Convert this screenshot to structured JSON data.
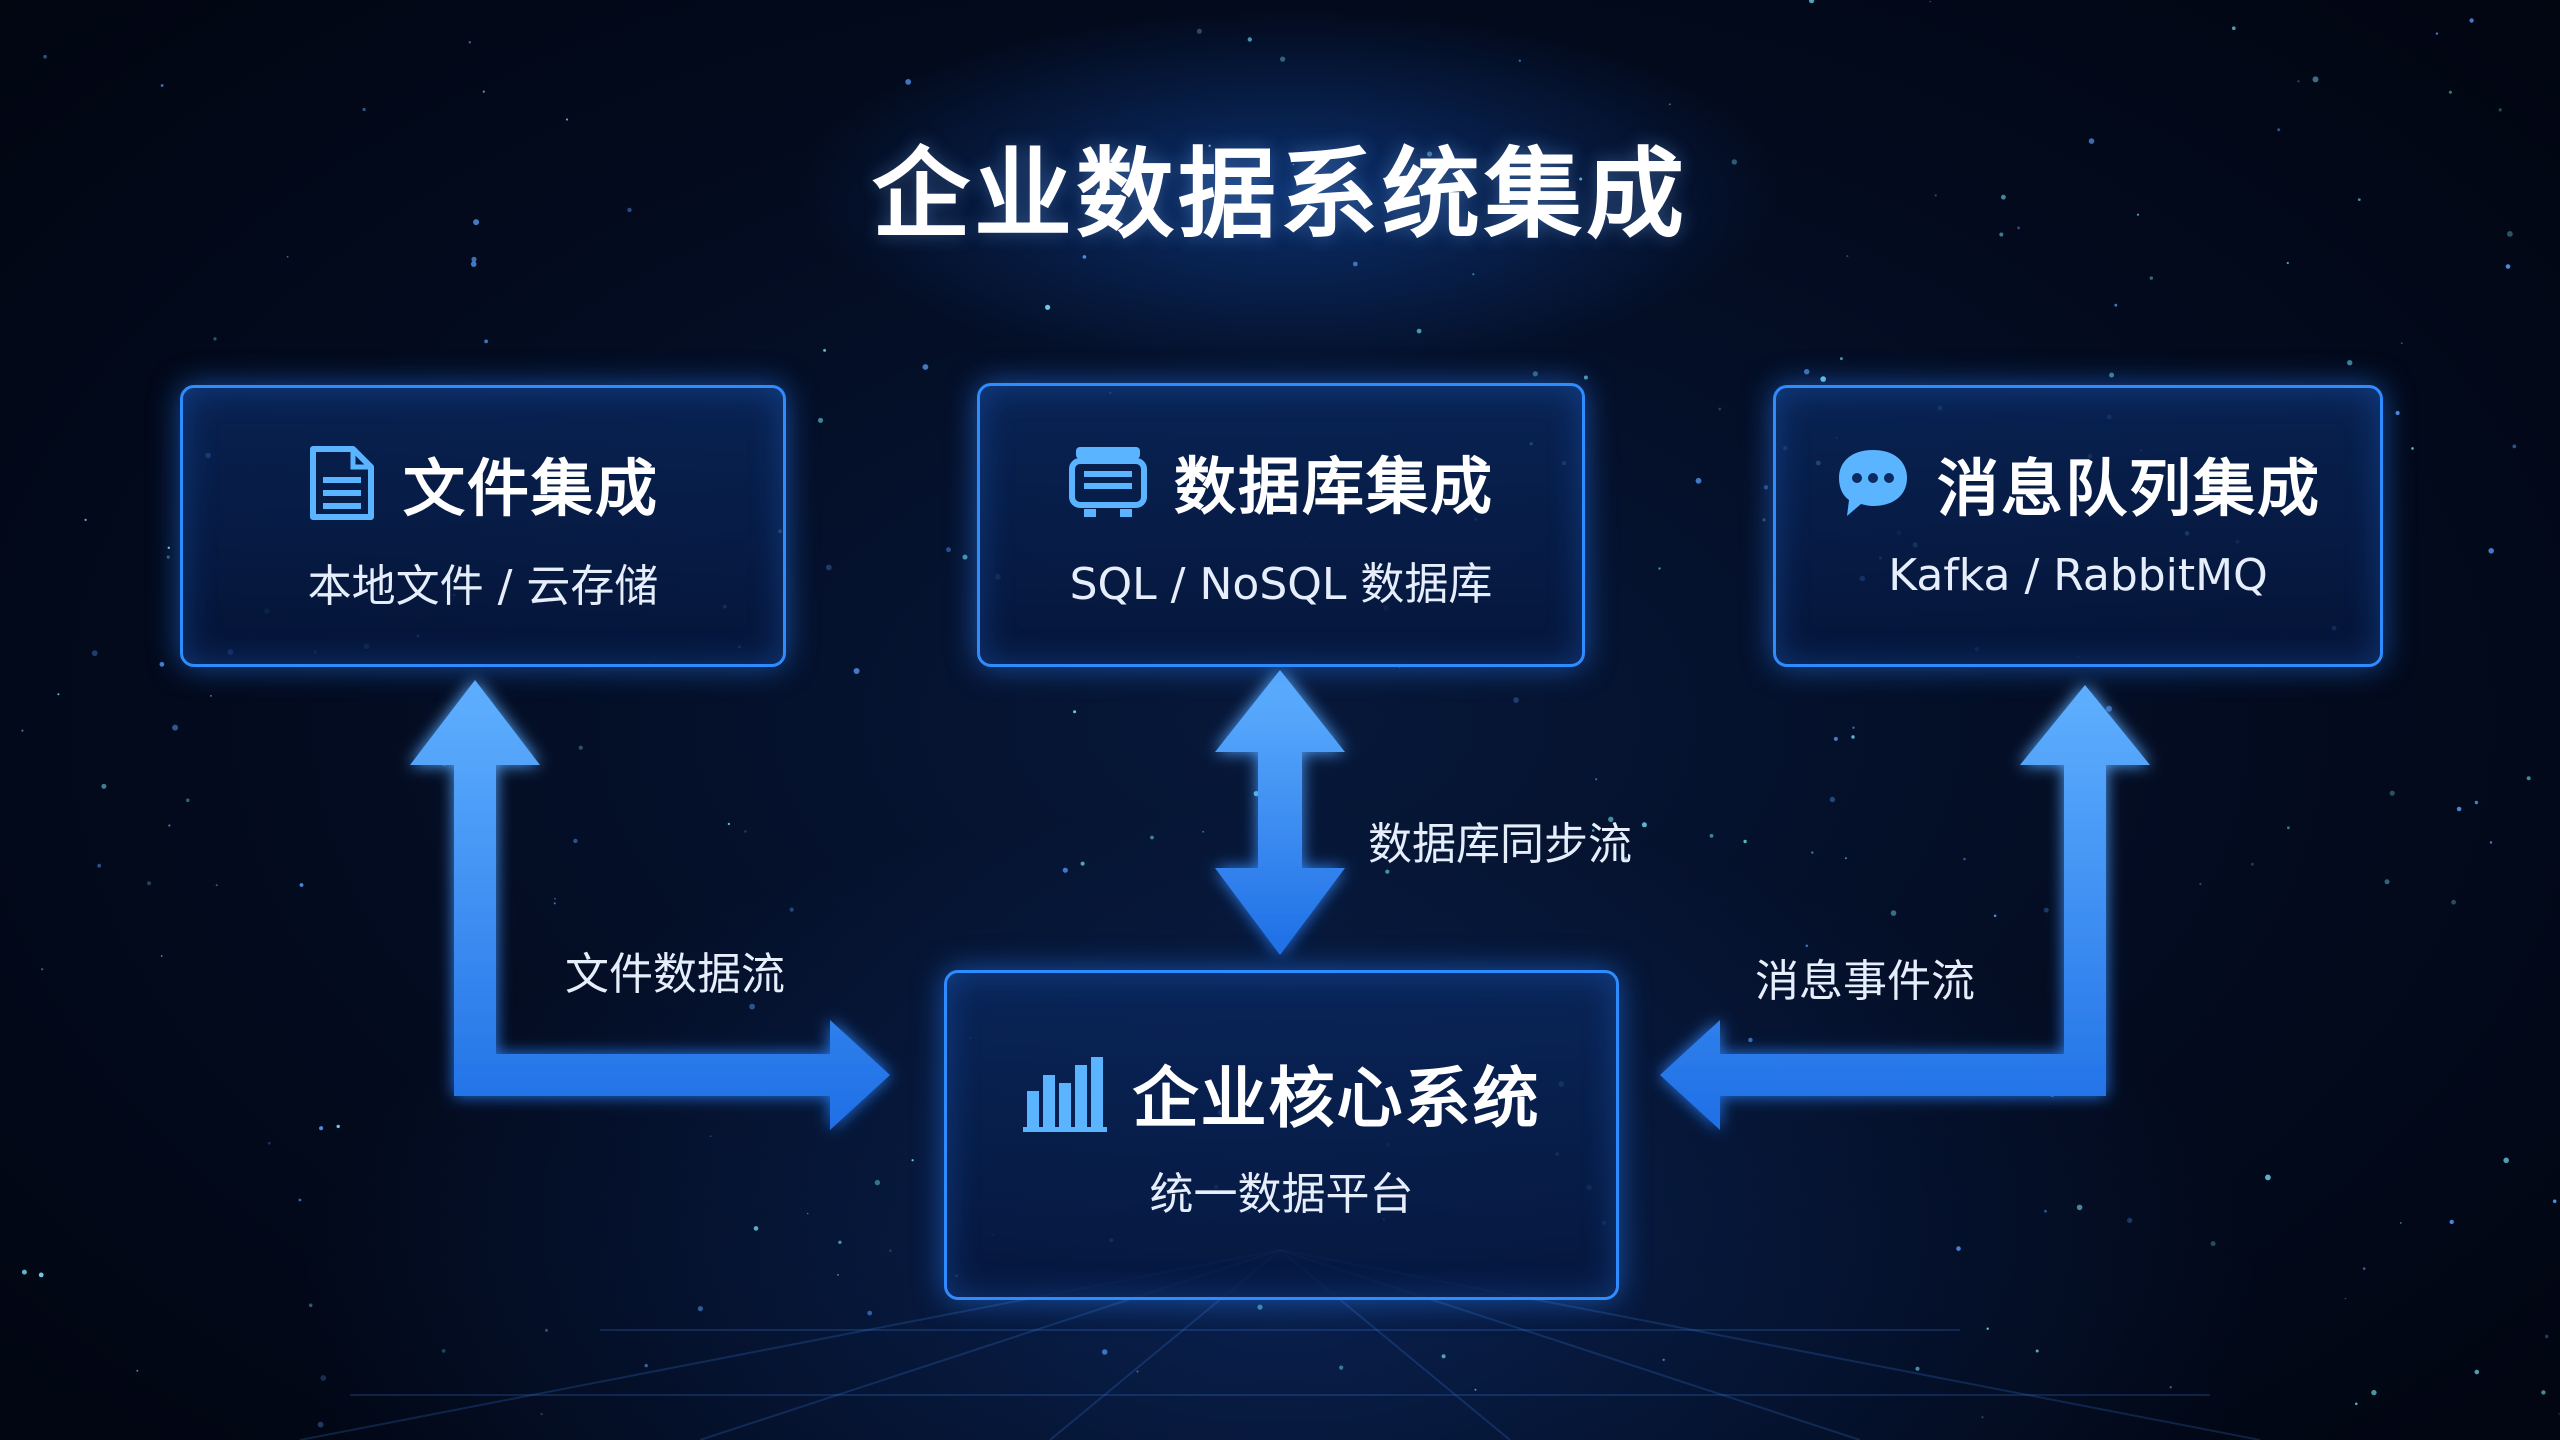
{
  "title": "企业数据系统集成",
  "sources": [
    {
      "title": "文件集成",
      "subtitle": "本地文件 / 云存储",
      "icon": "document-icon"
    },
    {
      "title": "数据库集成",
      "subtitle": "SQL / NoSQL 数据库",
      "icon": "database-icon"
    },
    {
      "title": "消息队列集成",
      "subtitle": "Kafka / RabbitMQ",
      "icon": "chat-bubble-icon"
    }
  ],
  "core": {
    "title": "企业核心系统",
    "subtitle": "统一数据平台",
    "icon": "bar-chart-icon"
  },
  "flows": [
    {
      "label": "文件数据流",
      "direction": "bidirectional"
    },
    {
      "label": "数据库同步流",
      "direction": "bidirectional"
    },
    {
      "label": "消息事件流",
      "direction": "bidirectional"
    }
  ],
  "colors": {
    "background": "#020816",
    "accent": "#2f8cff",
    "icon": "#5ab4ff",
    "text": "#ffffff"
  }
}
